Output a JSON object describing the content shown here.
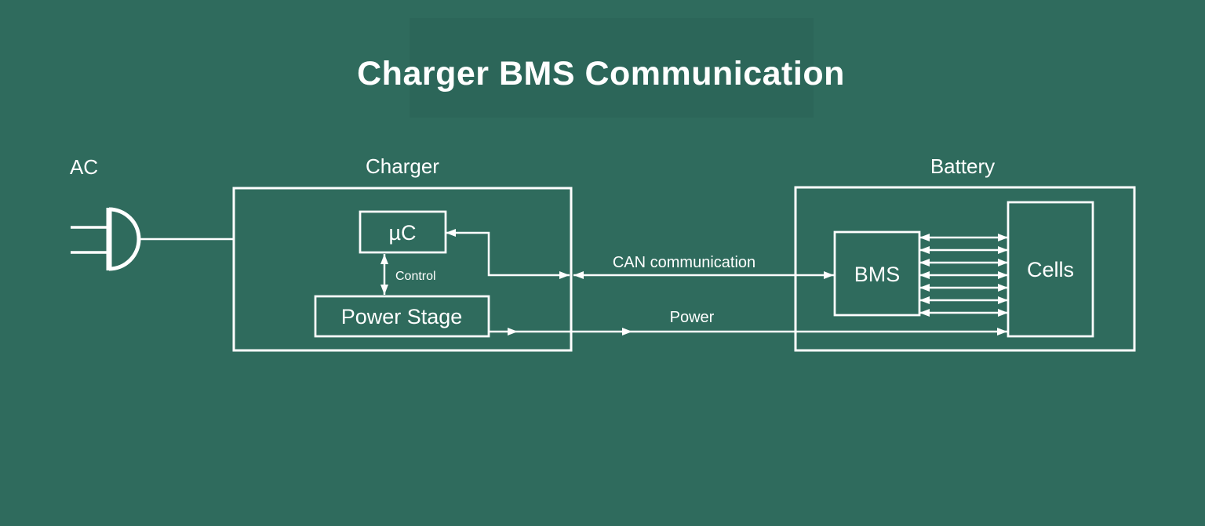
{
  "colors": {
    "background": "#2f6b5d",
    "title_band": "#2c6659",
    "line": "#ffffff",
    "text": "#ffffff"
  },
  "title": "Charger BMS Communication",
  "diagram": {
    "source_label": "AC",
    "charger": {
      "label": "Charger",
      "mcu_label": "µC",
      "power_stage_label": "Power Stage",
      "control_label": "Control"
    },
    "links": {
      "can_label": "CAN communication",
      "power_label": "Power"
    },
    "battery": {
      "label": "Battery",
      "bms_label": "BMS",
      "cells_label": "Cells",
      "bms_cells_link_count": 7
    }
  }
}
